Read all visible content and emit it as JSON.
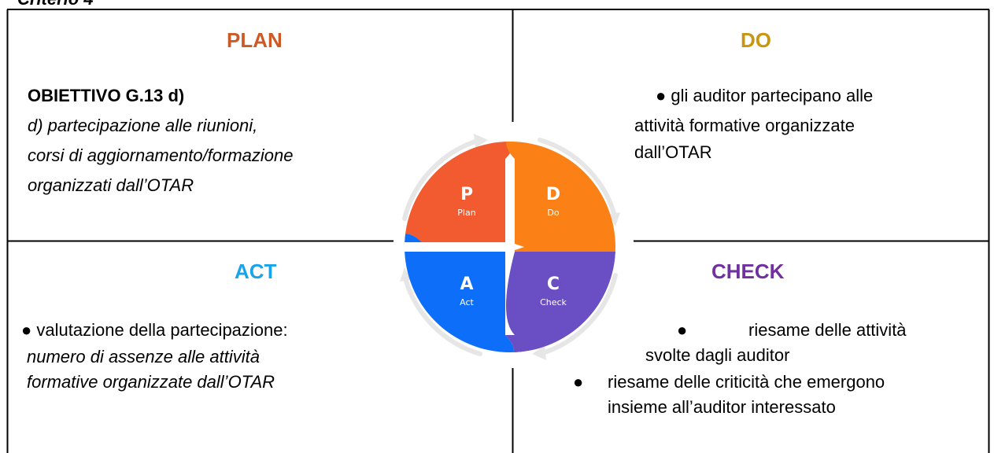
{
  "header": {
    "cropped_title": "Criterio 4"
  },
  "colors": {
    "plan": "#cc5a27",
    "do": "#c8950f",
    "act": "#1aa3e8",
    "check": "#7030a0",
    "wheel_plan": "#f25a30",
    "wheel_do": "#fb8116",
    "wheel_act": "#0d6efa",
    "wheel_check": "#6a4ec3"
  },
  "plan": {
    "title": "PLAN",
    "objective": "OBIETTIVO G.13 d)",
    "lines": [
      "d) partecipazione alle riunioni,",
      "corsi di aggiornamento/formazione",
      "organizzati dall’OTAR"
    ]
  },
  "do": {
    "title": "DO",
    "lines": [
      "● gli auditor partecipano alle",
      "attività formative organizzate",
      "dall’OTAR"
    ]
  },
  "act": {
    "title": "ACT",
    "bullet": "●  valutazione della partecipazione:",
    "lines": [
      "numero di assenze alle attività",
      "formative organizzate dall’OTAR"
    ]
  },
  "check": {
    "title": "CHECK",
    "bullet1_mark": "●",
    "bullet1_text": "riesame delle attività",
    "bullet1_cont": "svolte dagli auditor",
    "bullet2_mark": "●",
    "bullet2_lines": [
      "riesame delle criticità che emergono",
      "insieme all’auditor interessato"
    ]
  },
  "wheel": {
    "p_letter": "P",
    "p_label": "Plan",
    "d_letter": "D",
    "d_label": "Do",
    "a_letter": "A",
    "a_label": "Act",
    "c_letter": "C",
    "c_label": "Check"
  }
}
